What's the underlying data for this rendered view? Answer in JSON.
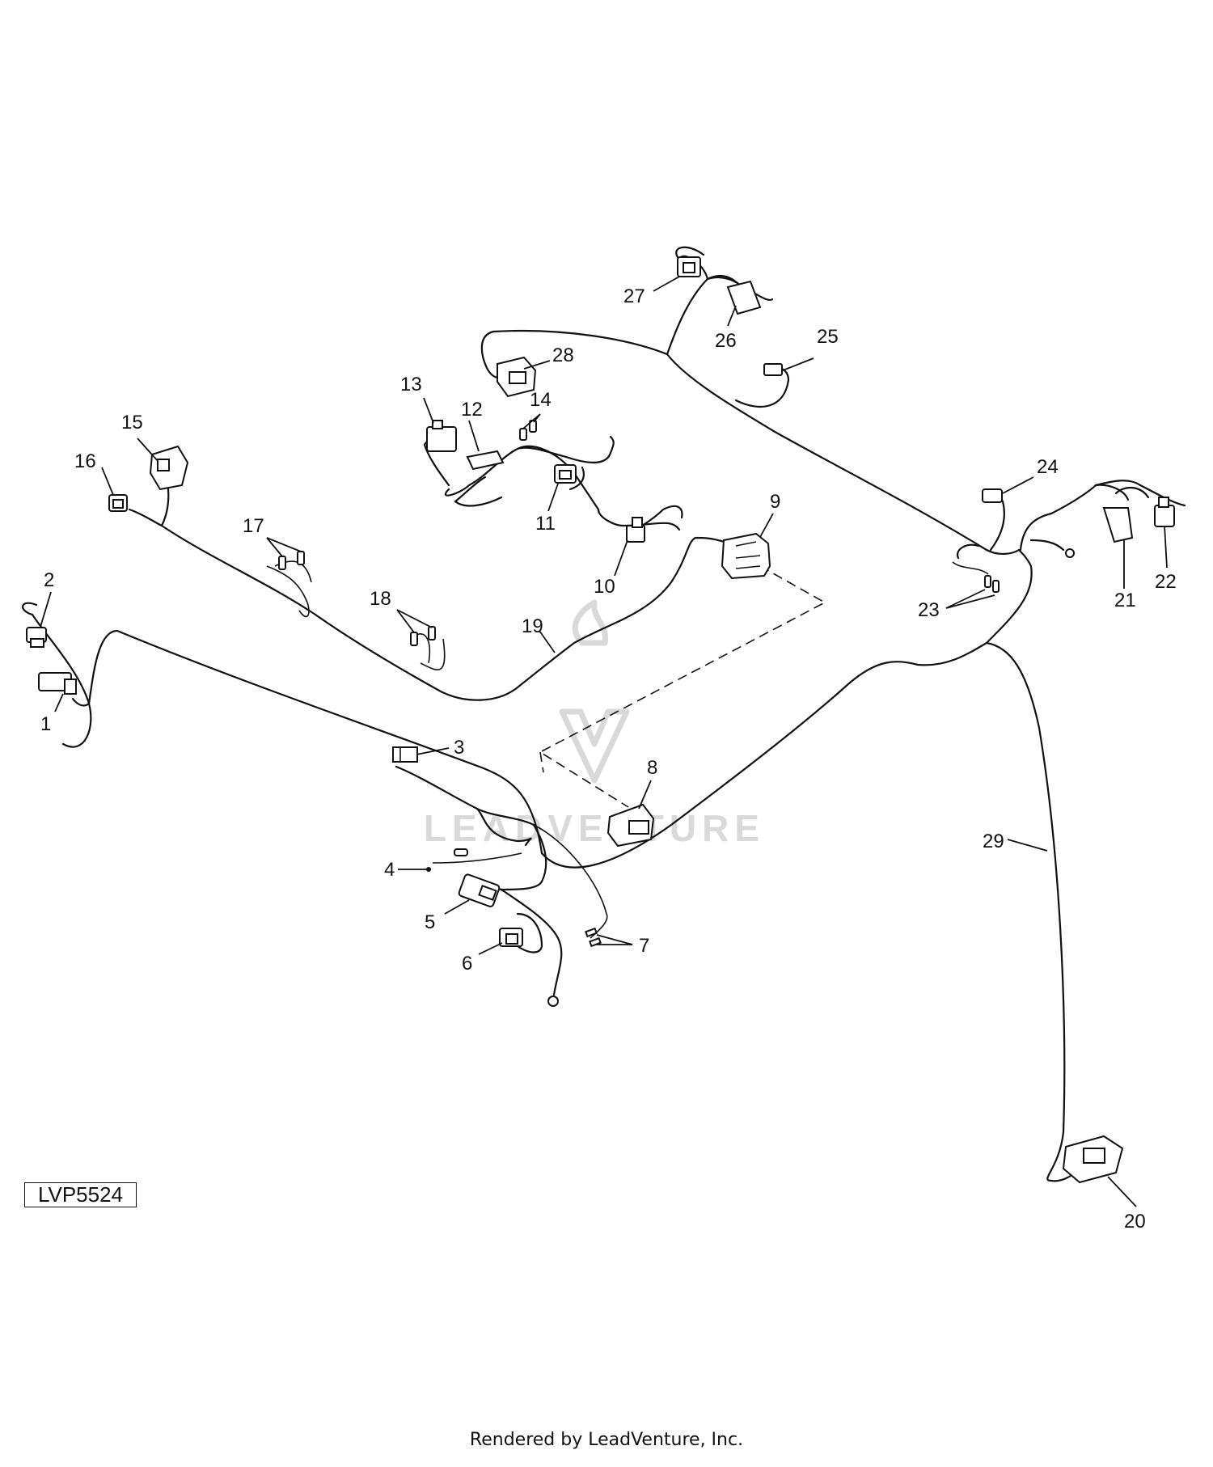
{
  "callouts": [
    "1",
    "2",
    "3",
    "4",
    "5",
    "6",
    "7",
    "8",
    "9",
    "10",
    "11",
    "12",
    "13",
    "14",
    "15",
    "16",
    "17",
    "18",
    "19",
    "20",
    "21",
    "22",
    "23",
    "24",
    "25",
    "26",
    "27",
    "28",
    "29"
  ],
  "reference_code": "LVP5524",
  "watermark": "LEADVENTURE",
  "footer": "Rendered by LeadVenture, Inc."
}
